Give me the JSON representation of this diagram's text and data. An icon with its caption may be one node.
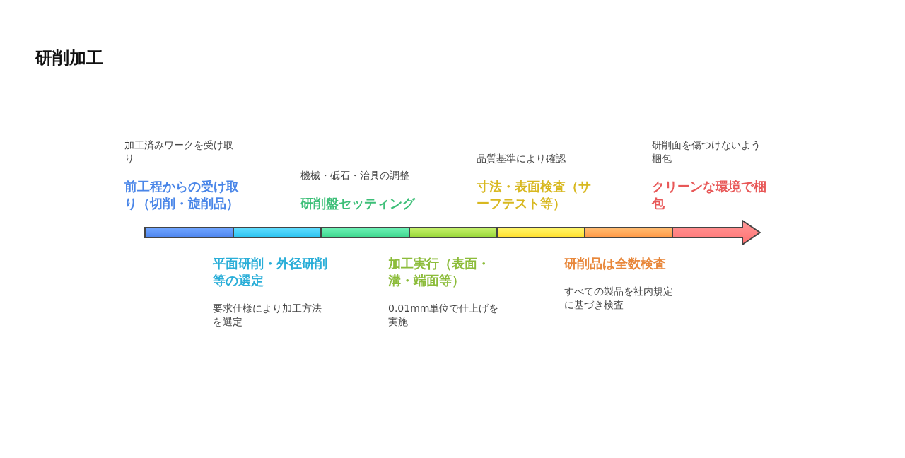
{
  "diagram": {
    "title": "研削加工",
    "nodes": [
      {
        "text": [],
        "shape": "bar",
        "beside": [
          "加工済みワークを受け取り",
          "前工程からの受け取り（切削・旋削品）"
        ]
      },
      {
        "text": [],
        "shape": "bar",
        "beside": [
          "平面研削・外径研削等の選定",
          "要求仕様により加工方法を選定"
        ]
      },
      {
        "text": [],
        "shape": "bar",
        "beside": [
          "機械・砥石・治具の調整",
          "研削盤セッティング"
        ]
      },
      {
        "text": [],
        "shape": "bar",
        "beside": [
          "加工実行（表面・溝・端面等）",
          "0.01mm単位で仕上げを実施"
        ]
      },
      {
        "text": [],
        "shape": "bar",
        "beside": [
          "品質基準により確認",
          "寸法・表面検査（サーフテスト等）"
        ]
      },
      {
        "text": [],
        "shape": "bar",
        "beside": [
          "研削品は全数検査",
          "すべての製品を社内規定に基づき検査"
        ]
      },
      {
        "text": [],
        "shape": "arrow",
        "beside": [
          "研削面を傷つけないよう梱包",
          "クリーンな環境で梱包"
        ]
      }
    ]
  }
}
